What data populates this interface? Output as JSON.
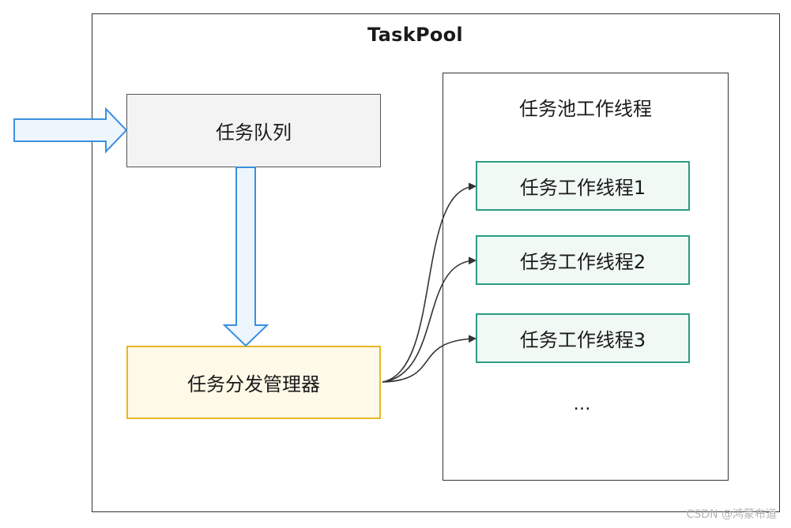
{
  "diagram": {
    "title": "TaskPool",
    "task_queue_label": "任务队列",
    "dispatcher_label": "任务分发管理器",
    "pool_title": "任务池工作线程",
    "workers": [
      {
        "label": "任务工作线程1"
      },
      {
        "label": "任务工作线程2"
      },
      {
        "label": "任务工作线程3"
      }
    ],
    "ellipsis": "…",
    "watermark": "CSDN @鸿蒙布道"
  },
  "colors": {
    "hollow_arrow_stroke": "#3b8fe0",
    "hollow_arrow_fill": "#eef6fd",
    "queue_fill": "#f3f3f3",
    "dispatcher_border": "#e8b820",
    "dispatcher_fill": "#fff9e8",
    "worker_border": "#2a9d84",
    "worker_fill": "#f1f9f4",
    "connector": "#333333"
  }
}
